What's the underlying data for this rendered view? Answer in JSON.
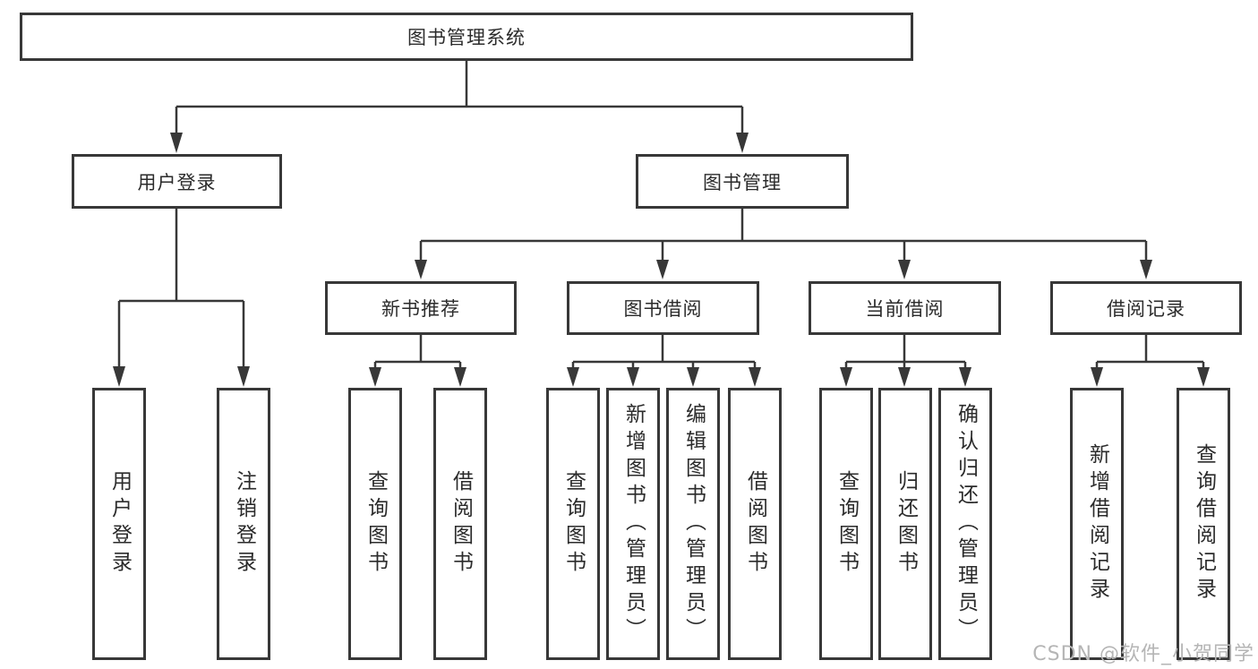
{
  "tree": {
    "root": "图书管理系统",
    "children": [
      {
        "label": "用户登录",
        "children": [
          "用户登录",
          "注销登录"
        ]
      },
      {
        "label": "图书管理",
        "children": [
          {
            "label": "新书推荐",
            "children": [
              "查询图书",
              "借阅图书"
            ]
          },
          {
            "label": "图书借阅",
            "children": [
              "查询图书",
              "新增图书（管理员）",
              "编辑图书（管理员）",
              "借阅图书"
            ]
          },
          {
            "label": "当前借阅",
            "children": [
              "查询图书",
              "归还图书",
              "确认归还（管理员）"
            ]
          },
          {
            "label": "借阅记录",
            "children": [
              "新增借阅记录",
              "查询借阅记录"
            ]
          }
        ]
      }
    ]
  },
  "watermark": "CSDN @软件_小贺同学",
  "colors": {
    "line": "#383838",
    "text": "#2b2b2b",
    "box_background": "#ffffff",
    "watermark": "#b5b5b5"
  }
}
